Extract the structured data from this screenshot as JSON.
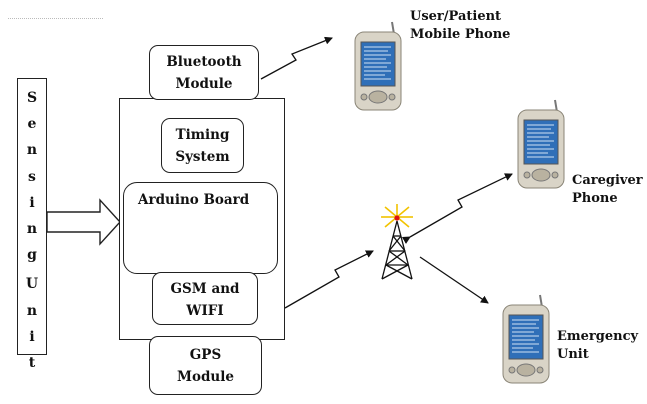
{
  "sensing_unit": {
    "letters": [
      "S",
      "e",
      "n",
      "s",
      "i",
      "n",
      "g",
      "U",
      "n",
      "i",
      "t"
    ]
  },
  "bluetooth_module": {
    "line1": "Bluetooth",
    "line2": "Module"
  },
  "timing_system": {
    "line1": "Timing",
    "line2": "System"
  },
  "arduino_board": {
    "label": "Arduino Board"
  },
  "gsm_wifi": {
    "line1": "GSM and",
    "line2": "WIFI"
  },
  "gps_module": {
    "line1": "GPS",
    "line2": "Module"
  },
  "user_phone": {
    "line1": "User/Patient",
    "line2": "Mobile Phone"
  },
  "caregiver_phone": {
    "line1": "Caregiver",
    "line2": "Phone"
  },
  "emergency_unit": {
    "line1": "Emergency",
    "line2": "Unit"
  },
  "icons": [
    "cell-tower-icon",
    "mobile-phone-icon",
    "lightning-arrow-icon",
    "block-arrow-icon"
  ],
  "colors": {
    "tower_signal": "#f2c300",
    "phone_screen": "#2f6fb8",
    "phone_body": "#d9d4c7"
  }
}
